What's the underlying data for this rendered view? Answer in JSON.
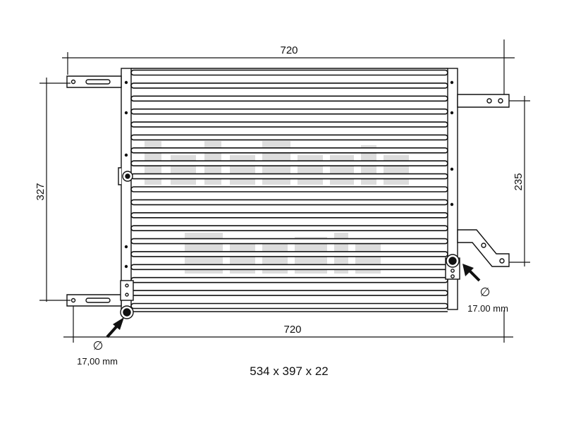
{
  "dimensions": {
    "top_width": "720",
    "bottom_width": "720",
    "left_height": "327",
    "right_height": "235"
  },
  "connections": {
    "left_diameter_symbol": "∅",
    "left_diameter": "17,00 mm",
    "right_diameter_symbol": "∅",
    "right_diameter": "17.00 mm"
  },
  "core_size": "534 x 397 x 22",
  "tube_count": 19,
  "colors": {
    "line": "#111111",
    "watermark": "#d4d4d4",
    "background": "#ffffff"
  }
}
